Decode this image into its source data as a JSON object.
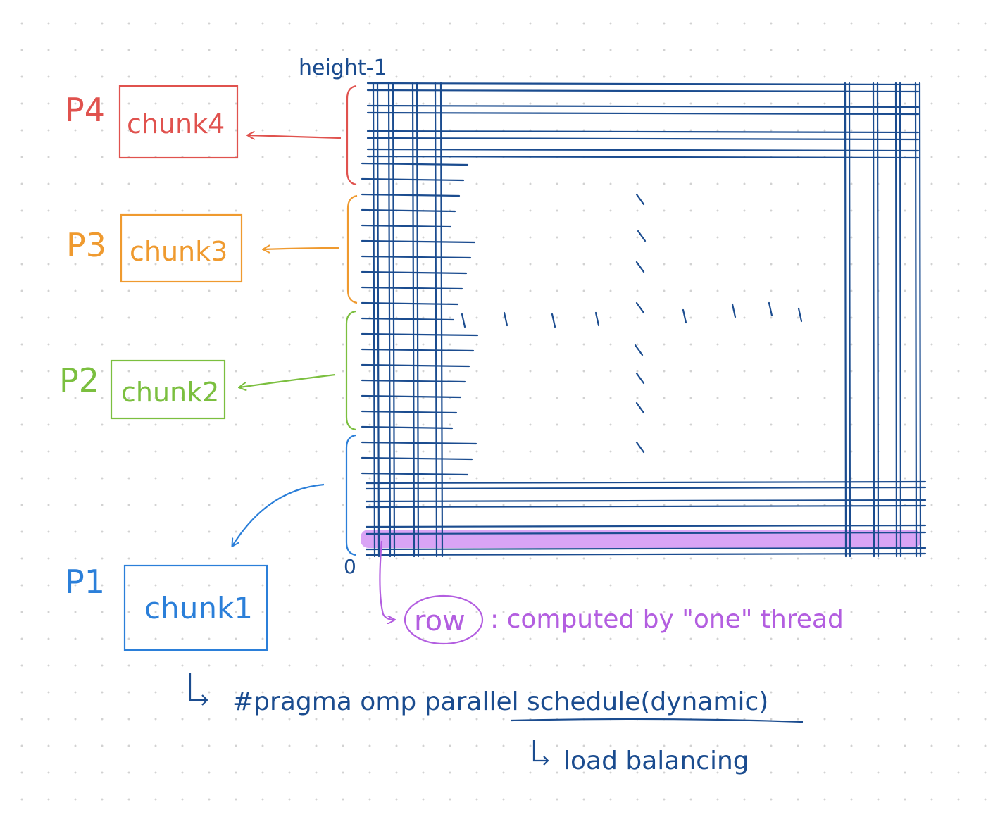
{
  "colors": {
    "grid": "#1b4c8f",
    "p4": "#e0524e",
    "p3": "#ef9a2f",
    "p2": "#7bbf3f",
    "p1": "#2b7fd9",
    "row_highlight": "#d9a4f5",
    "row_text": "#b35ee0",
    "note": "#1b4c8f"
  },
  "grid": {
    "top_label": "height-1",
    "bottom_label": "0"
  },
  "processors": [
    {
      "label": "P4",
      "chunk": "chunk4"
    },
    {
      "label": "P3",
      "chunk": "chunk3"
    },
    {
      "label": "P2",
      "chunk": "chunk2"
    },
    {
      "label": "P1",
      "chunk": "chunk1"
    }
  ],
  "row_note": {
    "word": "row",
    "text": ": computed by \"one\" thread"
  },
  "pragma": {
    "prefix": "#pragma omp parallel",
    "schedule": "schedule(dynamic)",
    "note": "load balancing"
  }
}
